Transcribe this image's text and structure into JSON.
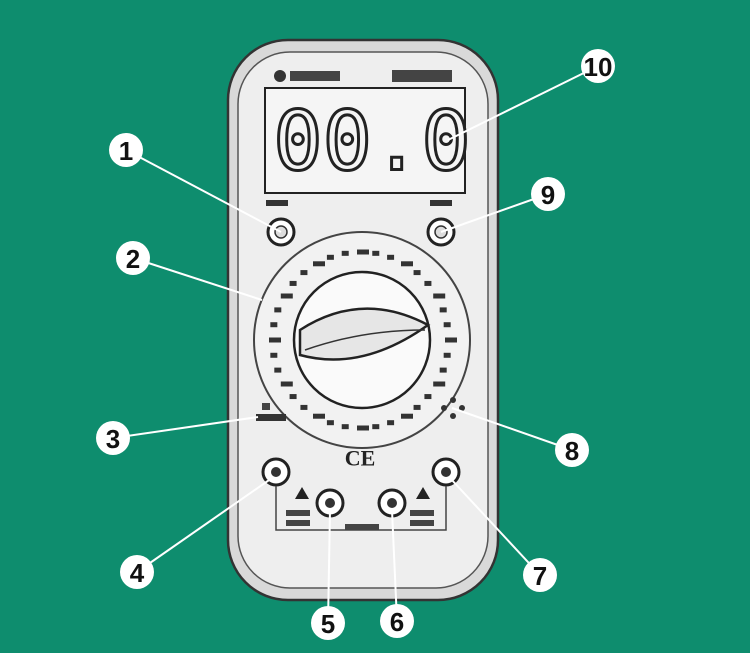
{
  "diagram": {
    "background_color": "#0e8d6e",
    "display_reading": "00.0",
    "compliance_mark": "CE",
    "callouts": [
      {
        "number": "1",
        "part": "button-left-icon"
      },
      {
        "number": "2",
        "part": "range-scale-icon"
      },
      {
        "number": "3",
        "part": "range-label-icon"
      },
      {
        "number": "4",
        "part": "jack-left-icon"
      },
      {
        "number": "5",
        "part": "jack-mid-left-icon"
      },
      {
        "number": "6",
        "part": "jack-mid-right-icon"
      },
      {
        "number": "7",
        "part": "jack-right-icon"
      },
      {
        "number": "8",
        "part": "socket-icon"
      },
      {
        "number": "9",
        "part": "button-right-icon"
      },
      {
        "number": "10",
        "part": "lcd-display"
      }
    ]
  }
}
